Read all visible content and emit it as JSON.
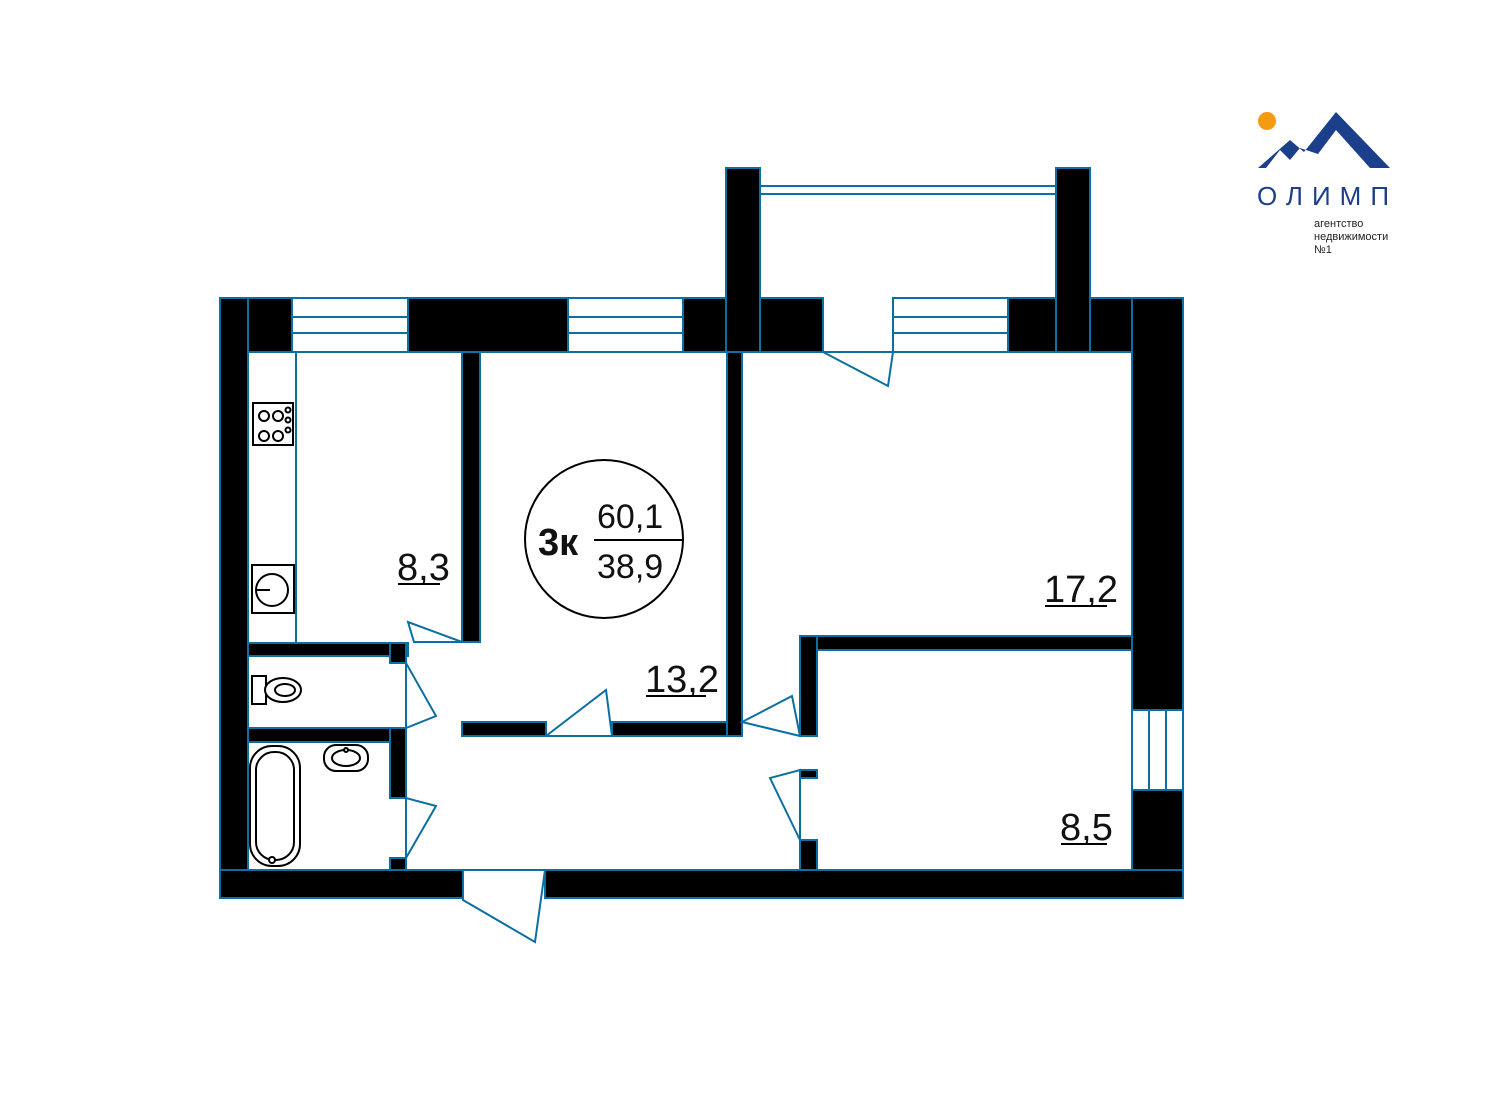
{
  "apartment": {
    "rooms_label": "3к",
    "total_area": "60,1",
    "living_area": "38,9"
  },
  "rooms": {
    "kitchen_area": "8,3",
    "room_middle_area": "13,2",
    "room_large_area": "17,2",
    "room_small_area": "8,5"
  },
  "logo": {
    "name": "ОЛИМП",
    "line1": "агентство",
    "line2": "недвижимости",
    "line3": "№1",
    "colors": {
      "mountain": "#1b3f8b",
      "sun": "#f39c12"
    }
  },
  "colors": {
    "wall": "#000000",
    "outline": "#0b6fa4"
  }
}
